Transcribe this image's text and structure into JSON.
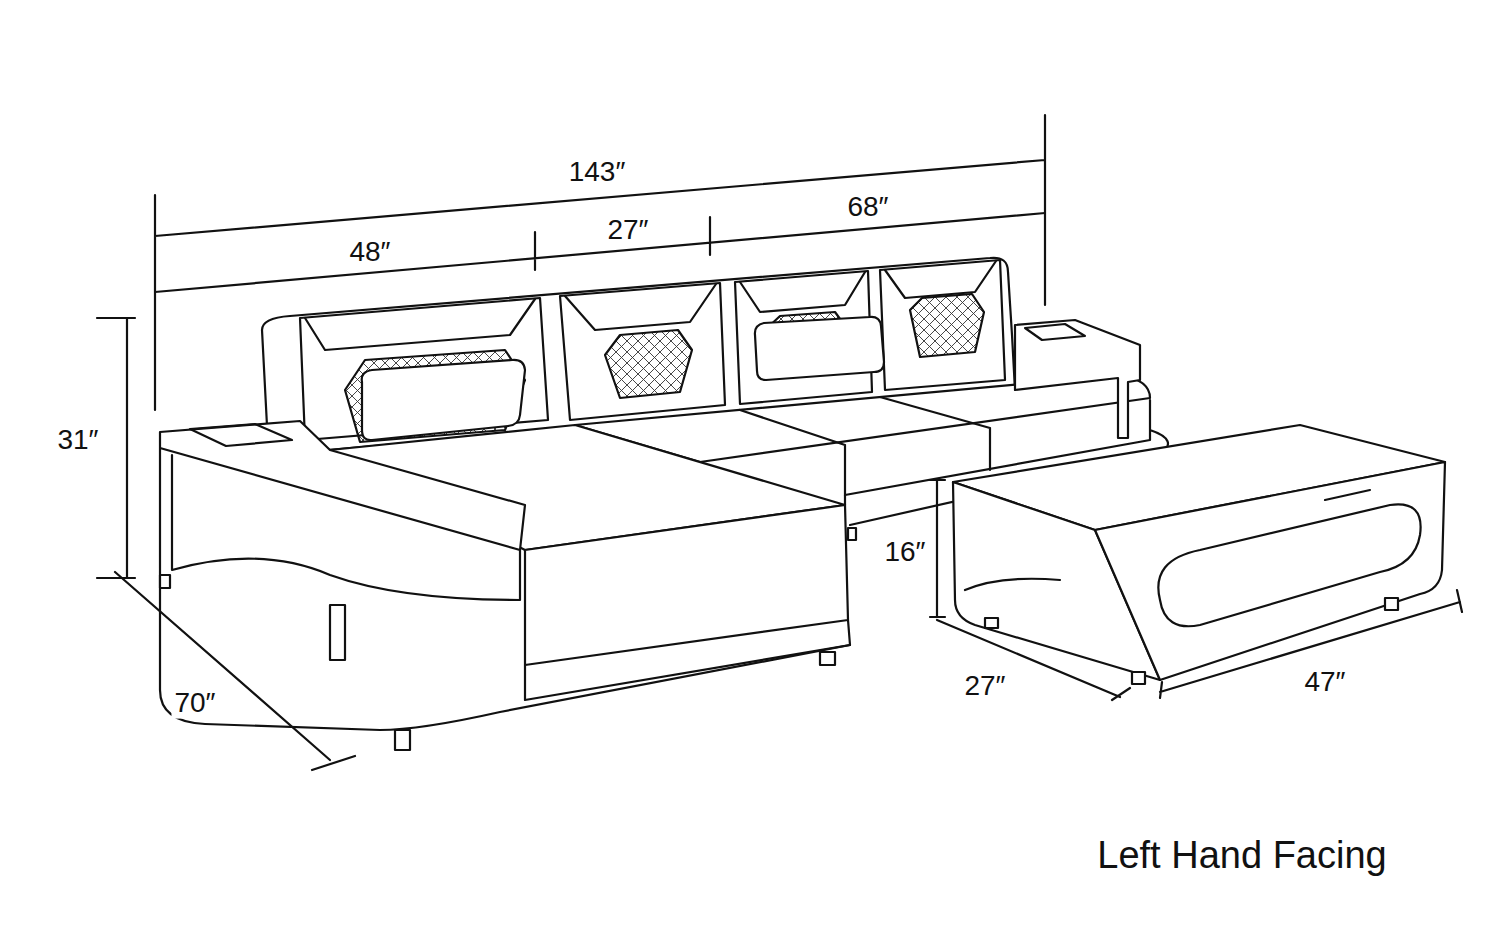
{
  "diagram": {
    "caption": "Left Hand Facing",
    "labels": [
      "143″",
      "48″",
      "27″",
      "68″",
      "31″",
      "16″",
      "27″",
      "47″",
      "70″"
    ]
  }
}
